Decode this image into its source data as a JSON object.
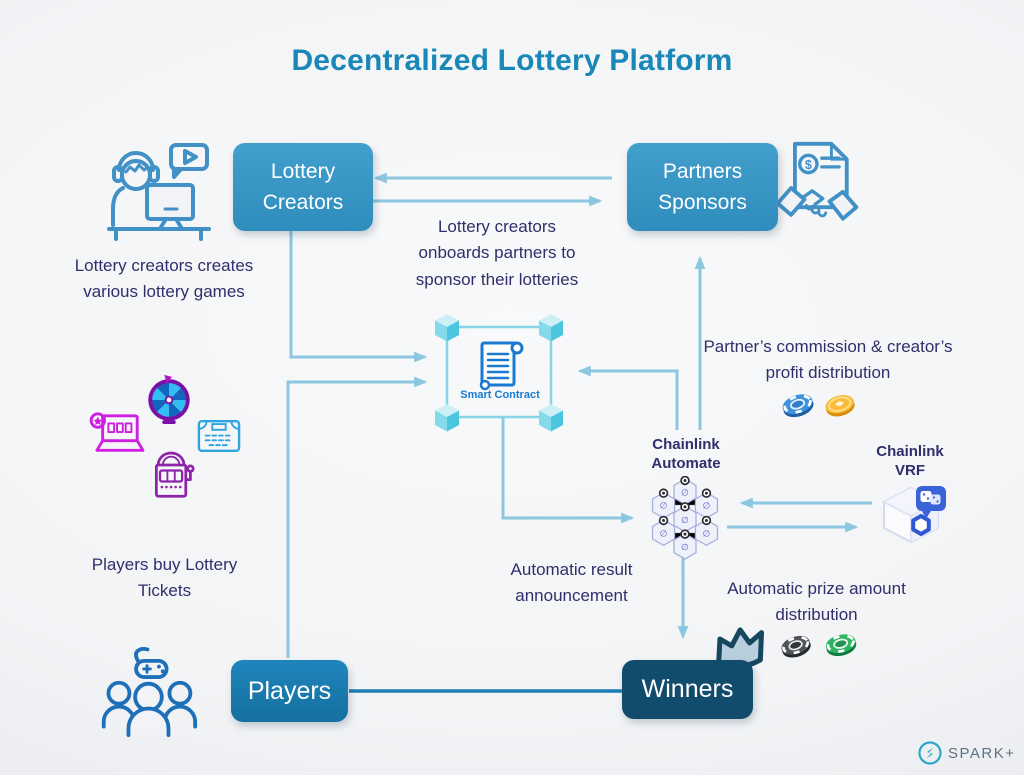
{
  "title": "Decentralized Lottery Platform",
  "brand": "SPARK+",
  "nodes": {
    "lottery_creators": "Lottery Creators",
    "partners_sponsors": "Partners Sponsors",
    "smart_contract": "Smart Contract",
    "chainlink_automate": "Chainlink Automate",
    "chainlink_vrf": "Chainlink VRF",
    "players": "Players",
    "winners": "Winners"
  },
  "annotations": {
    "creators_create_games": "Lottery creators creates various lottery games",
    "creators_onboard_partners": "Lottery creators onboards partners to sponsor their lotteries",
    "commission_distribution": "Partner’s commission & creator’s profit distribution",
    "players_buy_tickets": "Players buy Lottery Tickets",
    "automatic_result": "Automatic result announcement",
    "automatic_prize": "Automatic prize amount distribution"
  },
  "icons": [
    "creator-support-icon",
    "handshake-agreement-icon",
    "smart-contract-icon",
    "chainlink-automate-icon",
    "chainlink-vrf-icon",
    "fortune-wheel-icon",
    "casino-laptop-icon",
    "lottery-ticket-icon",
    "slot-machine-icon",
    "players-group-icon",
    "crown-icon",
    "poker-chip-blue-icon",
    "coin-orange-icon",
    "poker-chip-black-icon",
    "poker-chip-green-icon",
    "spark-logo-icon"
  ],
  "colors": {
    "title": "#1987b8",
    "node_box": "#3e9bc8",
    "players_box": "#1b7db3",
    "winners_box": "#124c6d",
    "annotation_text": "#312e6b",
    "arrow": "#8cc6e0",
    "players_winners_line": "#1d7db5",
    "smart_contract_blue": "#1a7ad2"
  }
}
